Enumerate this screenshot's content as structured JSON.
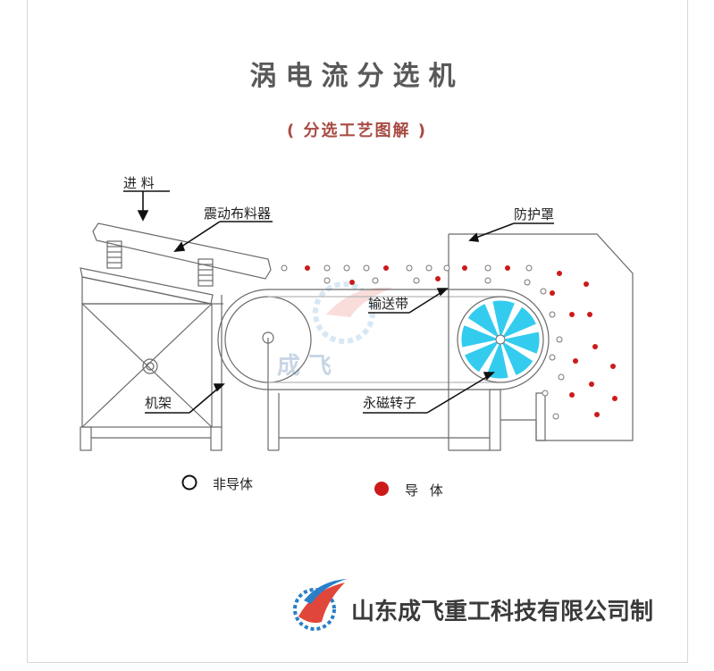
{
  "title": "涡电流分选机",
  "subtitle": "( 分选工艺图解 )",
  "labels": {
    "feed": "进 料",
    "vibrating_feeder": "震动布料器",
    "guard": "防护罩",
    "conveyor_belt": "输送带",
    "frame": "机架",
    "magnetic_rotor": "永磁转子"
  },
  "legend": {
    "non_conductor": "非导体",
    "conductor": "导 体"
  },
  "watermark": "成    飞",
  "company": "山东成飞重工科技有限公司制",
  "colors": {
    "conductor": "#cc1a1a",
    "rotor_blade": "#33ccee",
    "title": "#595959",
    "subtitle": "#a84a42",
    "logo_red": "#e0463a",
    "logo_blue": "#2a7fc8"
  }
}
